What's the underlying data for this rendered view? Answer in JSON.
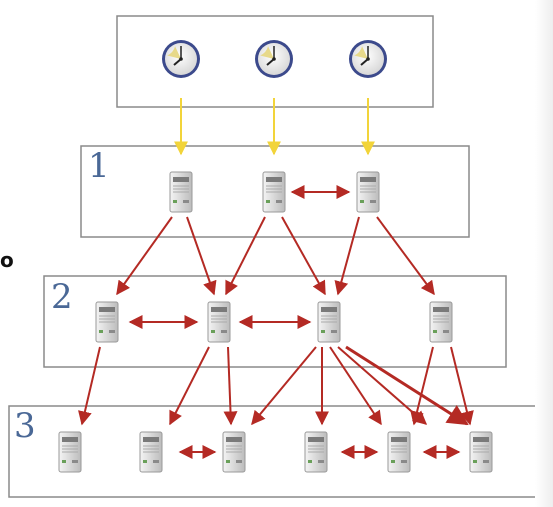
{
  "diagram": {
    "cropped_margin_text": "or",
    "strata": [
      {
        "label": "1"
      },
      {
        "label": "2"
      },
      {
        "label": "3"
      }
    ],
    "colors": {
      "reference_link": "#f2d43a",
      "sync_link": "#b42a24",
      "box_border": "#8a8a8a",
      "stratum_label": "#4a6896"
    },
    "icons": {
      "reference_clock": "clock-icon",
      "server": "server-icon"
    }
  }
}
